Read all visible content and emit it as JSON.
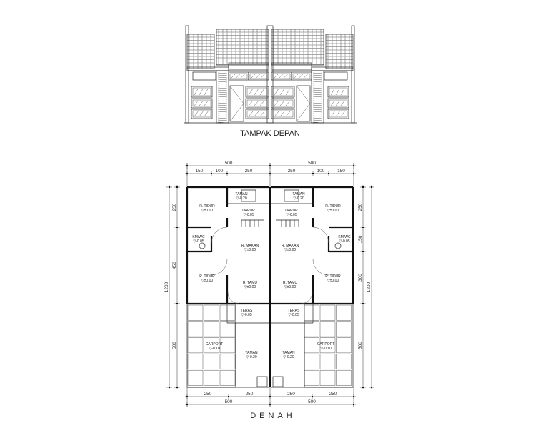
{
  "elevation": {
    "title": "TAMPAK DEPAN"
  },
  "plan": {
    "title": "DENAH",
    "rooms_left": [
      {
        "label": "TAMAN",
        "level": "▽-0.20"
      },
      {
        "label": "R. TIDUR",
        "level": "▽±0.00"
      },
      {
        "label": "DAPUR",
        "level": "▽-0.05"
      },
      {
        "label": "KM/WC",
        "level": "▽-0.05"
      },
      {
        "label": "R. MAKAN",
        "level": "▽±0.00"
      },
      {
        "label": "R. TIDUR",
        "level": "▽±0.00"
      },
      {
        "label": "R. TAMU",
        "level": "▽±0.00"
      },
      {
        "label": "TERAS",
        "level": "▽-0.05"
      },
      {
        "label": "CARPORT",
        "level": "▽-0.10"
      },
      {
        "label": "TAMAN",
        "level": "▽-0.20"
      }
    ],
    "rooms_right": [
      {
        "label": "TAMAN",
        "level": "▽-0.20"
      },
      {
        "label": "R. TIDUR",
        "level": "▽±0.00"
      },
      {
        "label": "DAPUR",
        "level": "▽-0.05"
      },
      {
        "label": "KM/WC",
        "level": "▽-0.05"
      },
      {
        "label": "R. MAKAN",
        "level": "▽±0.00"
      },
      {
        "label": "R. TIDUR",
        "level": "▽±0.00"
      },
      {
        "label": "R. TAMU",
        "level": "▽±0.00"
      },
      {
        "label": "TERAS",
        "level": "▽-0.05"
      },
      {
        "label": "CARPORT",
        "level": "▽-0.10"
      },
      {
        "label": "TAMAN",
        "level": "▽-0.20"
      }
    ],
    "dims_top_total": [
      "500",
      "500"
    ],
    "dims_top": [
      "150",
      "100",
      "250",
      "250",
      "100",
      "150"
    ],
    "dims_bottom": [
      "250",
      "250",
      "250",
      "250"
    ],
    "dims_bottom_total": [
      "500",
      "500"
    ],
    "dims_left": [
      "250",
      "450",
      "500"
    ],
    "dims_left_total": "1200",
    "dims_right": [
      "250",
      "150",
      "300",
      "500"
    ],
    "dims_right_total": "1200"
  }
}
